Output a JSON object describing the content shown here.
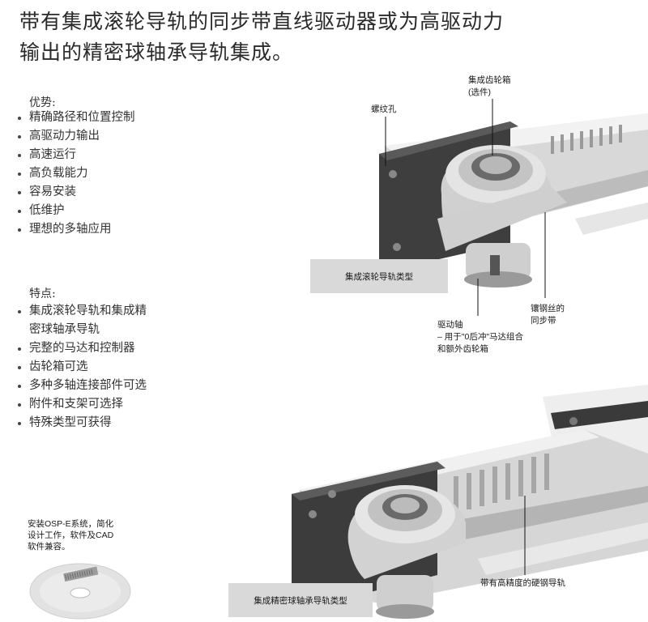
{
  "headline": {
    "line1": "带有集成滚轮导轨的同步带直线驱动器或为高驱动力",
    "line2": "输出的精密球轴承导轨集成。"
  },
  "advantages": {
    "title": "优势:",
    "items": [
      "精确路径和位置控制",
      "高驱动力输出",
      "高速运行",
      "高负载能力",
      "容易安装",
      "低维护",
      "理想的多轴应用"
    ]
  },
  "features": {
    "title": "特点:",
    "items": [
      {
        "line1": "集成滚轮导轨和集成精",
        "line2": "密球轴承导轨"
      },
      {
        "line1": "完整的马达和控制器",
        "line2": ""
      },
      {
        "line1": "齿轮箱可选",
        "line2": ""
      },
      {
        "line1": "多种多轴连接部件可选",
        "line2": ""
      },
      {
        "line1": "附件和支架可选择",
        "line2": ""
      },
      {
        "line1": "特殊类型可获得",
        "line2": ""
      }
    ]
  },
  "callouts": {
    "gearbox_line1": "集成齿轮箱",
    "gearbox_line2": "(选件)",
    "thread_hole": "螺纹孔",
    "belt_line1": "镶钢丝的",
    "belt_line2": "同步带",
    "shaft_line1": "驱动轴",
    "shaft_line2": "– 用于\"0后冲\"马达组合",
    "shaft_line3": "和额外齿轮箱",
    "rail": "带有高精度的硬钢导轨"
  },
  "captions": {
    "roller_type": "集成滚轮导轨类型",
    "ball_type": "集成精密球轴承导轨类型"
  },
  "cd_text": {
    "line1": "安装OSP-E系统，简化",
    "line2": "设计工作，软件及CAD",
    "line3": "软件兼容。"
  }
}
